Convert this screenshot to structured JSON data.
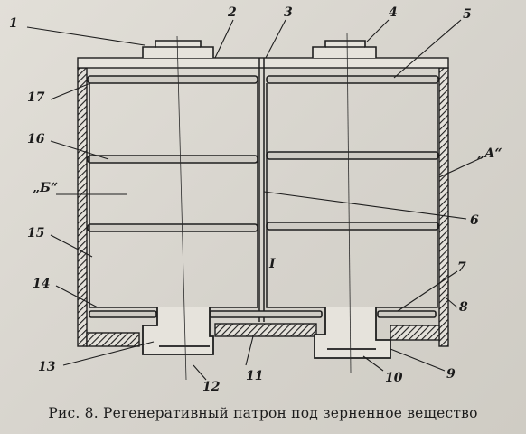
{
  "figure": {
    "caption_label": "Рис. 8.",
    "caption_text": "Регенеративный патрон под зерненное вещество"
  },
  "callouts": {
    "c1": "1",
    "c2": "2",
    "c3": "3",
    "c4": "4",
    "c5": "5",
    "c6": "6",
    "c7": "7",
    "c8": "8",
    "c9": "9",
    "c10": "10",
    "c11": "11",
    "c12": "12",
    "c13": "13",
    "c14": "14",
    "c15": "15",
    "c16": "16",
    "c17": "17",
    "cA": "„А“",
    "cB": "„Б“",
    "cI": "I"
  }
}
